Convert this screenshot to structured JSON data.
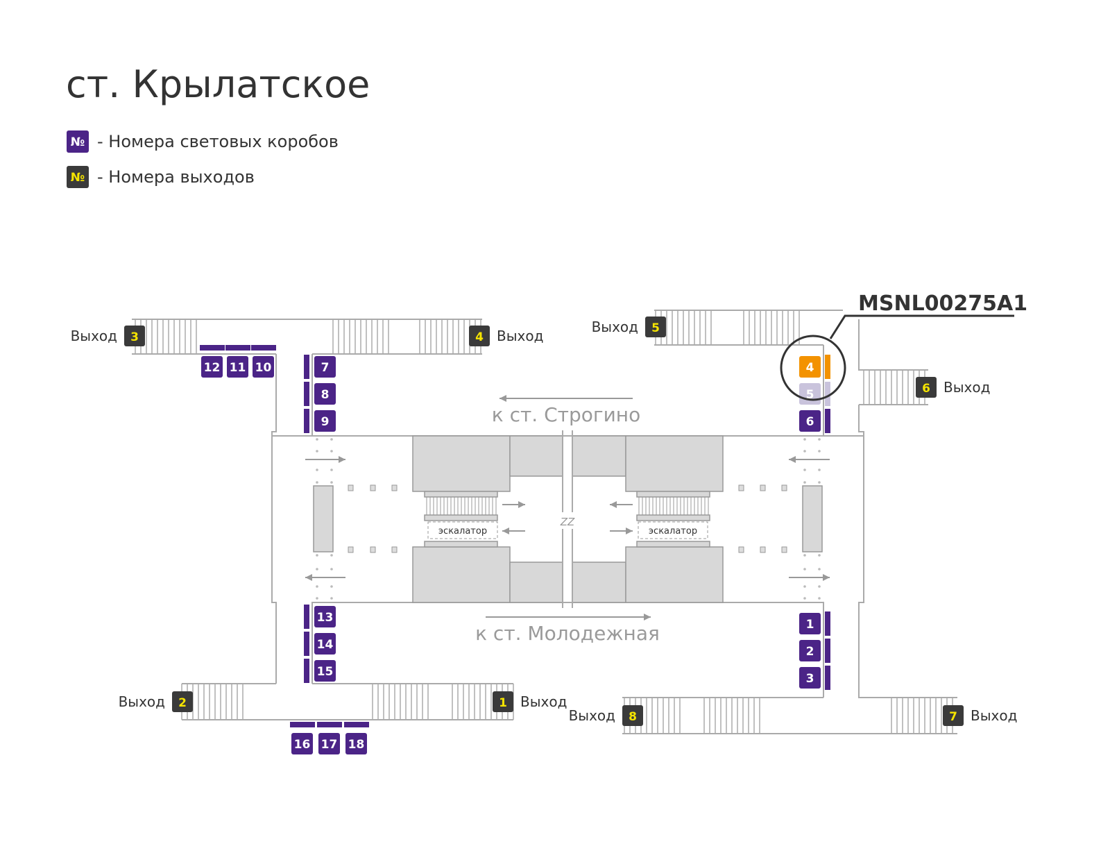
{
  "title": "ст. Крылатское",
  "legend": [
    {
      "symbol": "№",
      "text": "- Номера световых коробов",
      "color": "#4b2487"
    },
    {
      "symbol": "№",
      "text": "- Номера выходов",
      "color": "#3a3a3a"
    }
  ],
  "highlight": {
    "code": "MSNL00275A1",
    "box": "4",
    "color": "#f39200"
  },
  "directions": {
    "top": "к ст. Строгино",
    "bottom": "к ст. Молодежная"
  },
  "escalator_label": "эскалатор",
  "divider_mark": "ZZ",
  "exit_word": "Выход",
  "exits": [
    "1",
    "2",
    "3",
    "4",
    "5",
    "6",
    "7",
    "8"
  ],
  "boxes": [
    "1",
    "2",
    "3",
    "4",
    "5",
    "6",
    "7",
    "8",
    "9",
    "10",
    "11",
    "12",
    "13",
    "14",
    "15",
    "16",
    "17",
    "18"
  ],
  "colors": {
    "box": "#4b2487",
    "exit": "#3a3a3a",
    "exit_number": "#f5e400",
    "dimmed_box": "#c9c3dc"
  }
}
